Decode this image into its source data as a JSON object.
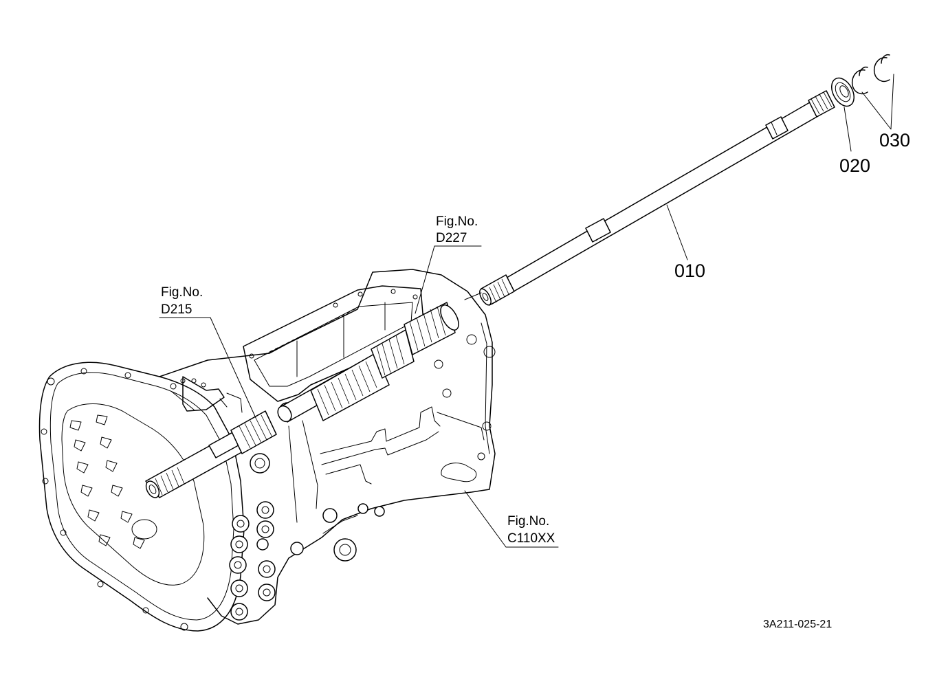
{
  "colors": {
    "ink": "#000000",
    "paper": "#ffffff"
  },
  "parts": {
    "shaft": "010",
    "bearing": "020",
    "circlips": "030"
  },
  "references": {
    "main_shaft": {
      "caption": "Fig.No.",
      "code": "D215"
    },
    "counter_shaft": {
      "caption": "Fig.No.",
      "code": "D227"
    },
    "housing": {
      "caption": "Fig.No.",
      "code": "C110XX"
    }
  },
  "drawing_number": "3A211-025-21"
}
